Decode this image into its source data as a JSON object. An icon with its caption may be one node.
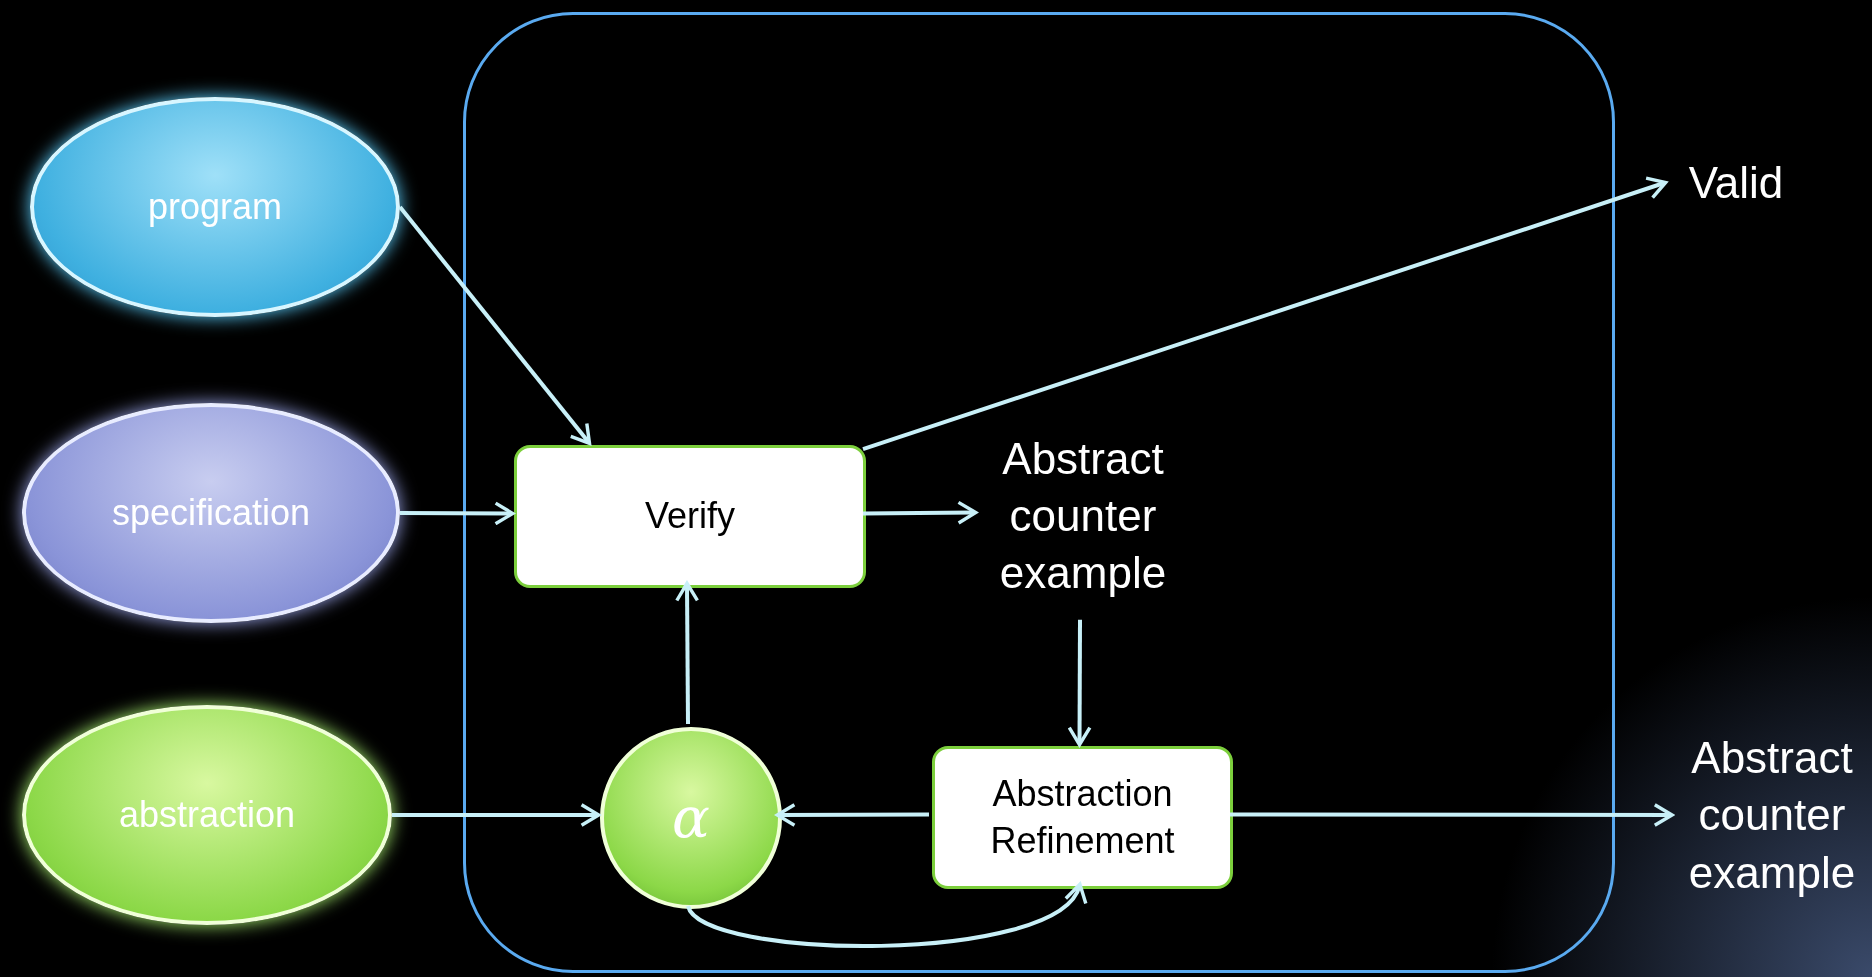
{
  "diagram": {
    "nodes": [
      {
        "text": [],
        "shape": "box"
      },
      {
        "text": [
          "program"
        ]
      },
      {
        "text": [
          "specification"
        ]
      },
      {
        "text": [
          "abstraction"
        ]
      },
      {
        "text": [
          "Verify"
        ],
        "in": 0
      },
      {
        "text": [
          "Abstract counter example"
        ],
        "in": 0
      },
      {
        "text": [
          "α"
        ],
        "in": 0
      },
      {
        "text": [
          "Abstraction Refinement"
        ],
        "in": 0
      },
      {
        "text": [
          "Valid"
        ]
      },
      {
        "text": [
          "Abstract counter example"
        ]
      }
    ],
    "edges": [
      {
        "from": 1,
        "to": 4,
        "arrow": "to"
      },
      {
        "from": 2,
        "to": 4,
        "arrow": "to"
      },
      {
        "from": 4,
        "to": 8,
        "arrow": "to"
      },
      {
        "from": 4,
        "to": 5,
        "arrow": "to"
      },
      {
        "from": 5,
        "to": 7,
        "arrow": "to"
      },
      {
        "from": 7,
        "to": 6,
        "arrow": "to"
      },
      {
        "from": 3,
        "to": 6,
        "arrow": "to"
      },
      {
        "from": 6,
        "to": 4,
        "arrow": "to"
      },
      {
        "from": 6,
        "to": 7,
        "arrow": "to"
      },
      {
        "from": 7,
        "to": 9,
        "arrow": "to"
      }
    ]
  }
}
